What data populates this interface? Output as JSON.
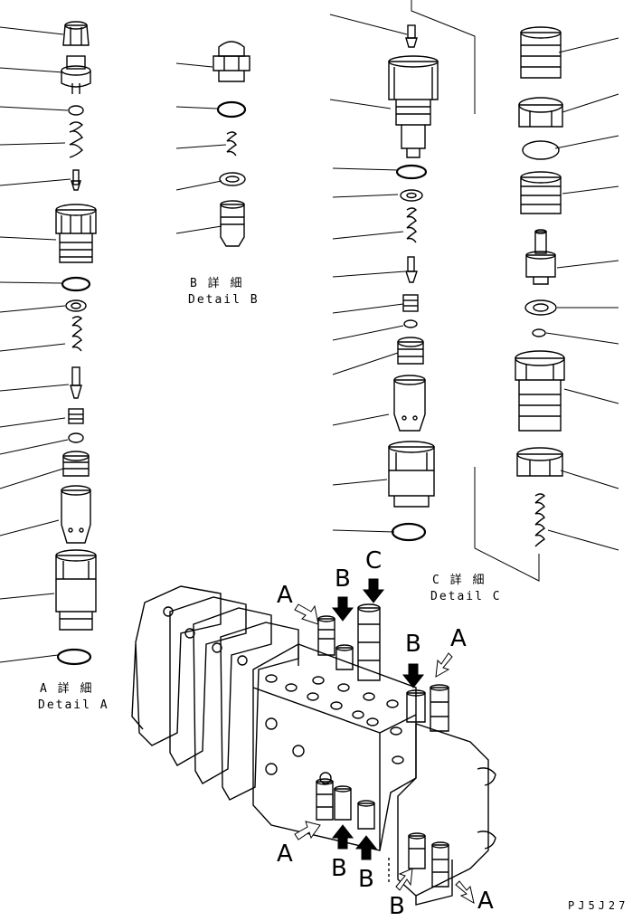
{
  "detail_a": {
    "jp": "A 詳 細",
    "en": "Detail A"
  },
  "detail_b": {
    "jp": "B 詳 細",
    "en": "Detail B"
  },
  "detail_c": {
    "jp": "C 詳 細",
    "en": "Detail C"
  },
  "callouts": {
    "a1": "A",
    "a2": "A",
    "a3": "A",
    "a4": "A",
    "b1": "B",
    "b2": "B",
    "b3": "B",
    "b4": "B",
    "b5": "B",
    "c1": "C"
  },
  "drawing_code": "PJ5J27"
}
